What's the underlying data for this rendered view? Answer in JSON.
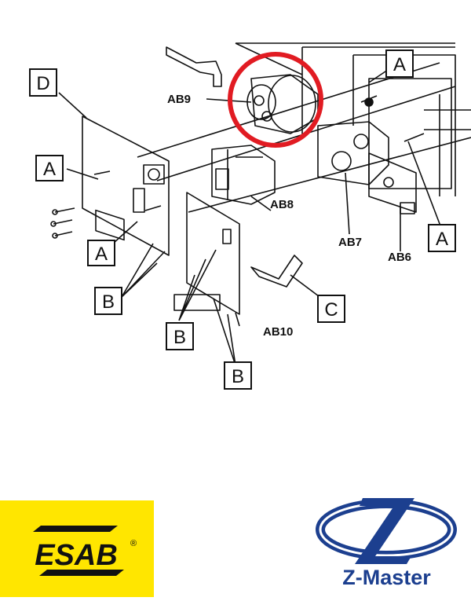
{
  "diagram": {
    "box_labels": [
      "D",
      "A",
      "A",
      "B",
      "B",
      "B",
      "C",
      "A",
      "A"
    ],
    "part_labels": [
      "AB9",
      "AB8",
      "AB7",
      "AB6",
      "AB10"
    ],
    "highlight_color": "#e11b22"
  },
  "logos": {
    "esab_text": "ESAB",
    "esab_registered": "®",
    "esab_bg_color": "#ffe600",
    "zmaster_text": "Z-Master",
    "zmaster_color": "#1c3f8f"
  }
}
